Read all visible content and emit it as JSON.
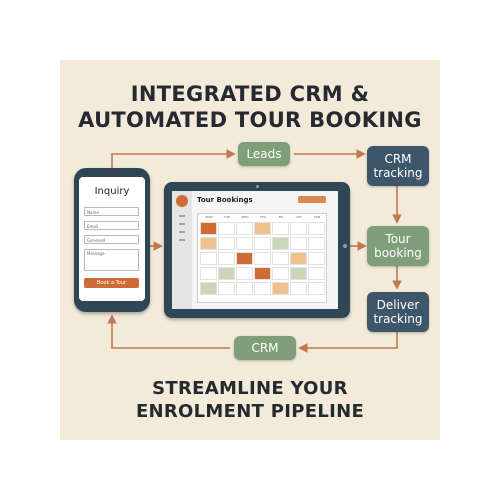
{
  "headline": {
    "line1": "INTEGRATED CRM &",
    "line2": "AUTOMATED TOUR BOOKING"
  },
  "tagline": {
    "line1": "STREAMLINE YOUR",
    "line2": "ENROLMENT PIPELINE"
  },
  "flow": {
    "leads": "Leads",
    "crm_tracking": [
      "CRM",
      "tracking"
    ],
    "tour_booking": [
      "Tour",
      "booking"
    ],
    "deliver_tracking": [
      "Deliver",
      "tracking"
    ],
    "crm": "CRM"
  },
  "phone": {
    "title": "Inquiry",
    "fields": [
      "Name",
      "Email",
      "Gonenod",
      "Message"
    ],
    "button": "Book a Tour"
  },
  "tablet": {
    "title": "Tour Bookings",
    "weekdays": [
      "MON",
      "TUE",
      "WED",
      "THU",
      "FRI",
      "SAT",
      "SUN"
    ]
  },
  "colors": {
    "green": "#7f9f7a",
    "navy": "#3e5669",
    "orange": "#cf6c36",
    "peach": "#f0c08f",
    "sage": "#c9d6b7",
    "arrow": "#c07a4e",
    "background": "#f3ead9"
  }
}
